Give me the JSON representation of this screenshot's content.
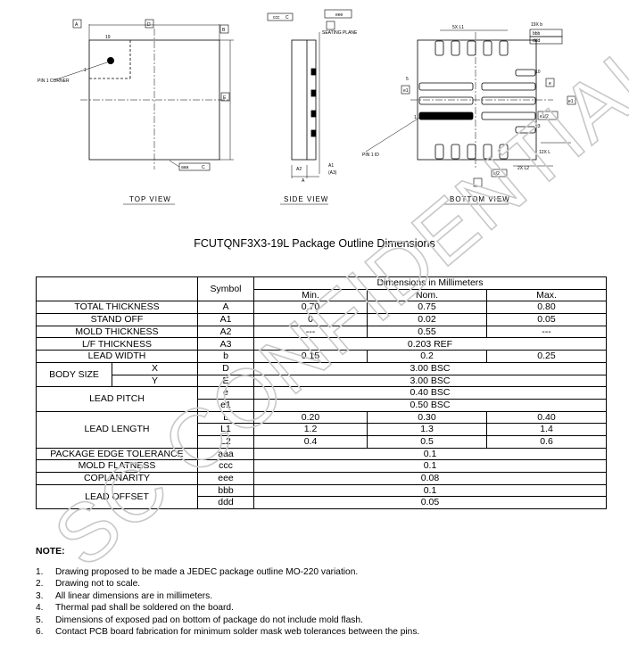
{
  "drawings": {
    "top_view": {
      "caption": "TOP VIEW",
      "datum_a": "A",
      "datum_b": "B",
      "datum_d": "D",
      "datum_e": "E",
      "pin1": "PIN 1 CORNER",
      "pin_1_number": "1",
      "dim_19": "19",
      "tolerance": "aaa",
      "tolerance_datum": "C"
    },
    "side_view": {
      "caption": "SIDE VIEW",
      "ccc": "ccc",
      "c_ref": "C",
      "eee": "eee",
      "seating_plane": "SEATING PLANE",
      "a2": "A2",
      "a1": "A1",
      "a3": "(A3)",
      "a": "A"
    },
    "bottom_view": {
      "caption": "BOTTOM VIEW",
      "l1": "5X L1",
      "b19": "19X b",
      "bbb": "bbb",
      "ddd": "ddd",
      "pin1_id": "PIN 1 ID",
      "e_label": "e",
      "e1_label": "e1",
      "e1_half": "e1/2",
      "e_half": "e/2",
      "l12": "12X L",
      "l2": "2X L2",
      "pin_5": "5",
      "pin_10": "10",
      "pin_1": "1",
      "pin_13": "13"
    }
  },
  "title": "FCUTQNF3X3-19L Package Outline Dimensions",
  "table": {
    "symbol_header": "Symbol",
    "dims_header": "Dimensions in Millimeters",
    "min": "Min.",
    "nom": "Nom.",
    "max": "Max.",
    "rows": {
      "total_thickness": {
        "label": "TOTAL THICKNESS",
        "symbol": "A",
        "min": "0.70",
        "nom": "0.75",
        "max": "0.80"
      },
      "stand_off": {
        "label": "STAND OFF",
        "symbol": "A1",
        "min": "0",
        "nom": "0.02",
        "max": "0.05"
      },
      "mold_thickness": {
        "label": "MOLD THICKNESS",
        "symbol": "A2",
        "min": "---",
        "nom": "0.55",
        "max": "---"
      },
      "lf_thickness": {
        "label": "L/F THICKNESS",
        "symbol": "A3",
        "val": "0.203 REF"
      },
      "lead_width": {
        "label": "LEAD WIDTH",
        "symbol": "b",
        "min": "0.15",
        "nom": "0.2",
        "max": "0.25"
      },
      "body_size": {
        "label": "BODY SIZE",
        "x": "X",
        "y": "Y",
        "sym_x": "D",
        "sym_y": "E",
        "val_x": "3.00  BSC",
        "val_y": "3.00  BSC"
      },
      "lead_pitch": {
        "label": "LEAD PITCH",
        "sym1": "e",
        "sym2": "e1",
        "val1": "0.40  BSC",
        "val2": "0.50 BSC"
      },
      "lead_length": {
        "label": "LEAD LENGTH",
        "sym1": "L",
        "sym2": "L1",
        "sym3": "L2",
        "min1": "0.20",
        "nom1": "0.30",
        "max1": "0.40",
        "min2": "1.2",
        "nom2": "1.3",
        "max2": "1.4",
        "min3": "0.4",
        "nom3": "0.5",
        "max3": "0.6"
      },
      "edge_tol": {
        "label": "PACKAGE EDGE TOLERANCE",
        "symbol": "aaa",
        "val": "0.1"
      },
      "mold_flatness": {
        "label": "MOLD FLATNESS",
        "symbol": "ccc",
        "val": "0.1"
      },
      "coplanarity": {
        "label": "COPLANARITY",
        "symbol": "eee",
        "val": "0.08"
      },
      "lead_offset": {
        "label": "LEAD OFFSET",
        "sym1": "bbb",
        "sym2": "ddd",
        "val1": "0.1",
        "val2": "0.05"
      }
    }
  },
  "notes": {
    "heading": "NOTE:",
    "items": [
      {
        "n": "1.",
        "t": "Drawing proposed to be made a JEDEC package outline MO-220 variation."
      },
      {
        "n": "2.",
        "t": "Drawing not to scale."
      },
      {
        "n": "3.",
        "t": "All linear dimensions are in millimeters."
      },
      {
        "n": "4.",
        "t": "Thermal pad shall be soldered on the board."
      },
      {
        "n": "5.",
        "t": "Dimensions of exposed pad on bottom of package do not include mold flash."
      },
      {
        "n": "6.",
        "t": "Contact PCB board fabrication for minimum solder mask web tolerances between the pins."
      }
    ]
  },
  "watermark": "SC CONFIDENTIAL"
}
